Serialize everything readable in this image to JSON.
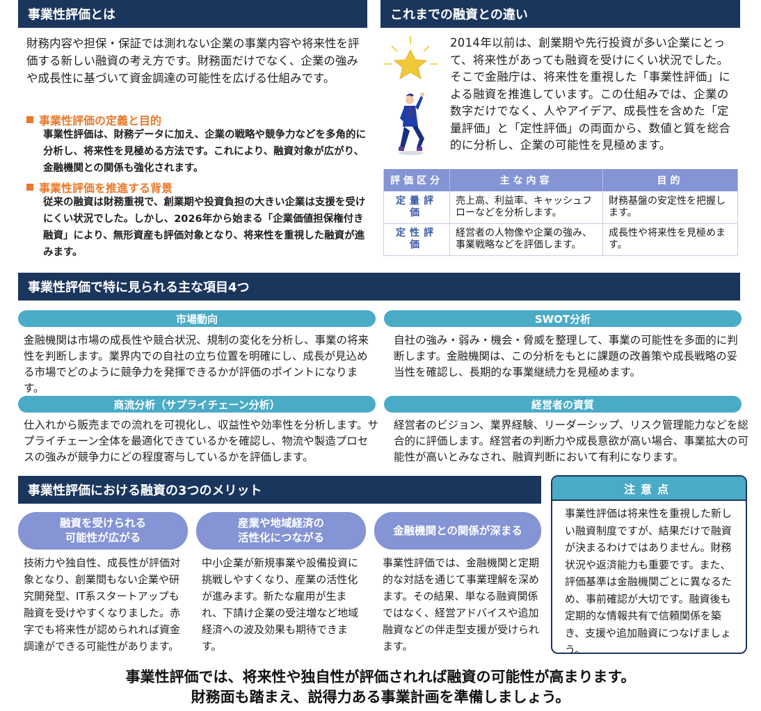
{
  "section_what": {
    "title": "事業性評価とは",
    "intro": "財務内容や担保・保証では測れない企業の事業内容や将来性を評価する新しい融資の考え方です。財務面だけでなく、企業の強みや成長性に基づいて資金調達の可能性を広げる仕組みです。",
    "items": [
      {
        "heading": "事業性評価の定義と目的",
        "text": "事業性評価は、財務データに加え、企業の戦略や競争力などを多角的に分析し、将来性を見極める方法です。これにより、融資対象が広がり、金融機関との関係も強化されます。"
      },
      {
        "heading": "事業性評価を推進する背景",
        "text": "従来の融資は財務重視で、創業期や投資負担の大きい企業は支援を受けにくい状況でした。しかし、2026年から始まる「企業価値担保権付き融資」により、無形資産も評価対象となり、将来性を重視した融資が進みます。"
      }
    ]
  },
  "section_diff": {
    "title": "これまでの融資との違い",
    "text": "2014年以前は、創業期や先行投資が多い企業にとって、将来性があっても融資を受けにくい状況でした。そこで金融庁は、将来性を重視した「事業性評価」による融資を推進しています。この仕組みでは、企業の数字だけでなく、人やアイデア、成長性を含めた「定量評価」と「定性評価」の両面から、数値と質を総合的に分析し、企業の可能性を見極めます。",
    "illustration": "star-and-businessman-illustration",
    "table": {
      "headers": [
        "評価区分",
        "主な内容",
        "目的"
      ],
      "rows": [
        [
          "定量評価",
          "売上高、利益率、キャッシュフローなどを分析します。",
          "財務基盤の安定性を把握します。"
        ],
        [
          "定性評価",
          "経営者の人物像や企業の強み、事業戦略などを評価します。",
          "成長性や将来性を見極めます。"
        ]
      ]
    }
  },
  "section_items": {
    "title": "事業性評価で特に見られる主な項目4つ",
    "items": [
      {
        "label": "市場動向",
        "text": "金融機関は市場の成長性や競合状況、規制の変化を分析し、事業の将来性を判断します。業界内での自社の立ち位置を明確にし、成長が見込める市場でどのように競争力を発揮できるかが評価のポイントになります。"
      },
      {
        "label": "SWOT分析",
        "text": "自社の強み・弱み・機会・脅威を整理して、事業の可能性を多面的に判断します。金融機関は、この分析をもとに課題の改善策や成長戦略の妥当性を確認し、長期的な事業継続力を見極めます。"
      },
      {
        "label": "商流分析（サプライチェーン分析）",
        "text": "仕入れから販売までの流れを可視化し、収益性や効率性を分析します。サプライチェーン全体を最適化できているかを確認し、物流や製造プロセスの強みが競争力にどの程度寄与しているかを評価します。"
      },
      {
        "label": "経営者の資質",
        "text": "経営者のビジョン、業界経験、リーダーシップ、リスク管理能力などを総合的に評価します。経営者の判断力や成長意欲が高い場合、事業拡大の可能性が高いとみなされ、融資判断において有利になります。"
      }
    ]
  },
  "section_merits": {
    "title": "事業性評価における融資の3つのメリット",
    "items": [
      {
        "label_line1": "融資を受けられる",
        "label_line2": "可能性が広がる",
        "text": "技術力や独自性、成長性が評価対象となり、創業間もない企業や研究開発型、IT系スタートアップも融資を受けやすくなりました。赤字でも将来性が認められれば資金調達ができる可能性があります。"
      },
      {
        "label_line1": "産業や地域経済の",
        "label_line2": "活性化につながる",
        "text": "中小企業が新規事業や設備投資に挑戦しやすくなり、産業の活性化が進みます。新たな雇用が生まれ、下請け企業の受注増など地域経済への波及効果も期待できます。"
      },
      {
        "label_line1": "金融機関との関係が深まる",
        "label_line2": "",
        "text": "事業性評価では、金融機関と定期的な対話を通じて事業理解を深めます。その結果、単なる融資関係ではなく、経営アドバイスや追加融資などの伴走型支援が受けられます。"
      }
    ]
  },
  "caution": {
    "title": "注意点",
    "text": "事業性評価は将来性を重視した新しい融資制度ですが、結果だけで融資が決まるわけではありません。財務状況や返済能力も重要です。また、評価基準は金融機関ごとに異なるため、事前確認が大切です。融資後も定期的な情報共有で信頼関係を築き、支援や追加融資につなげましょう。"
  },
  "closing": {
    "line1": "事業性評価では、将来性や独自性が評価されれば融資の可能性が高まります。",
    "line2": "財務面も踏まえ、説得力ある事業計画を準備しましょう。"
  },
  "colors": {
    "header_navy": "#1b365d",
    "accent_orange": "#e8782a",
    "teal_pill": "#4aabc7",
    "purple_pill": "#8494d4",
    "table_category_blue": "#3a5aa6"
  }
}
